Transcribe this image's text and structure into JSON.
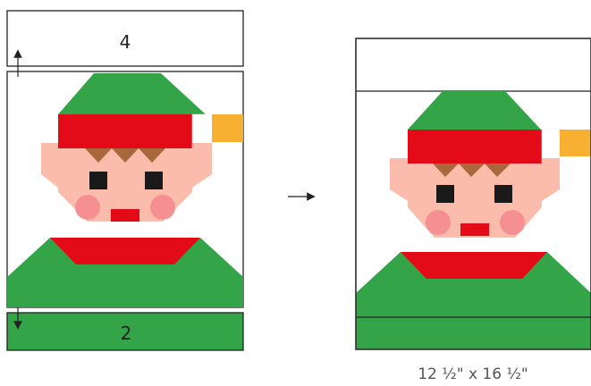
{
  "top_strip_label": "4",
  "bottom_strip_label": "2",
  "finished_size": "12 ½\" x 16 ½\"",
  "colors": {
    "green": "#33a548",
    "red": "#e30b17",
    "skin": "#fbbcab",
    "hair": "#a8683b",
    "cheek": "#f58f92",
    "pompom": "#f7b032",
    "eye": "#1a1a1a",
    "outline": "#222222"
  }
}
